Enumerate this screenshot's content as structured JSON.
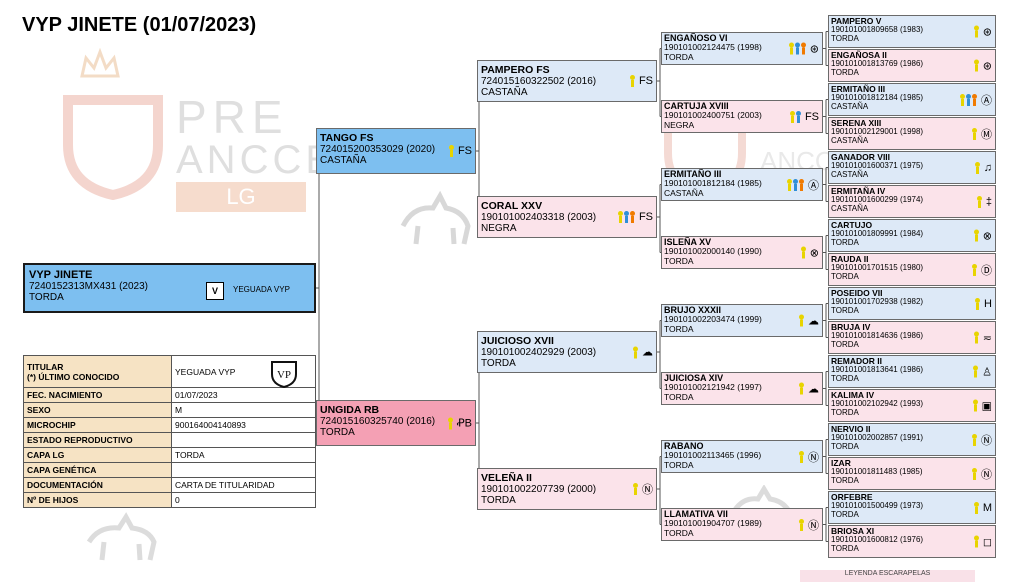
{
  "title": "VYP JINETE (01/07/2023)",
  "colors": {
    "ribbon_yellow": "#e8d400",
    "ribbon_blue": "#2f8fd8",
    "ribbon_orange": "#f07a00",
    "sire_blue": "#7dbff0",
    "dam_pink": "#f4a0b4"
  },
  "watermark": {
    "logo_text_1": "PRE",
    "logo_text_2": "ANCCE",
    "logo_text_3": "LG",
    "ribbon_right_text": "ANCC"
  },
  "subject": {
    "name": "VYP JINETE",
    "reg": "7240152313MX431 (2023)",
    "coat": "TORDA",
    "breeder": "YEGUADA VYP"
  },
  "info_table": {
    "rows": [
      {
        "label": "TITULAR\n(*) ÚLTIMO CONOCIDO",
        "value": "YEGUADA VYP"
      },
      {
        "label": "FEC. NACIMIENTO",
        "value": "01/07/2023"
      },
      {
        "label": "SEXO",
        "value": "M"
      },
      {
        "label": "MICROCHIP",
        "value": "900164004140893"
      },
      {
        "label": "ESTADO REPRODUCTIVO",
        "value": ""
      },
      {
        "label": "CAPA LG",
        "value": "TORDA"
      },
      {
        "label": "CAPA GENÉTICA",
        "value": ""
      },
      {
        "label": "DOCUMENTACIÓN",
        "value": "CARTA DE TITULARIDAD"
      },
      {
        "label": "Nº DE HIJOS",
        "value": "0"
      }
    ]
  },
  "parents": {
    "sire": {
      "name": "TANGO FS",
      "reg": "724015200353029 (2020)",
      "coat": "CASTAÑA",
      "ribbons": [
        "yellow"
      ],
      "brand": "FS"
    },
    "dam": {
      "name": "UNGIDA RB",
      "reg": "724015160325740 (2016)",
      "coat": "TORDA",
      "ribbons": [
        "yellow"
      ],
      "brand": "ꝒB"
    }
  },
  "grandparents": [
    {
      "name": "PAMPERO FS",
      "reg": "724015160322502 (2016)",
      "coat": "CASTAÑA",
      "ribbons": [
        "yellow"
      ],
      "brand": "FS"
    },
    {
      "name": "CORAL XXV",
      "reg": "190101002403318 (2003)",
      "coat": "NEGRA",
      "ribbons": [
        "yellow",
        "blue",
        "orange"
      ],
      "brand": "FS"
    },
    {
      "name": "JUICIOSO XVII",
      "reg": "190101002402929 (2003)",
      "coat": "TORDA",
      "ribbons": [
        "yellow"
      ],
      "brand": "☁"
    },
    {
      "name": "VELEÑA II",
      "reg": "190101002207739 (2000)",
      "coat": "TORDA",
      "ribbons": [
        "yellow"
      ],
      "brand": "Ⓝ"
    }
  ],
  "great_grandparents": [
    {
      "name": "ENGAÑOSO VI",
      "reg": "190101002124475 (1998)",
      "coat": "TORDA",
      "ribbons": [
        "yellow",
        "blue",
        "orange"
      ],
      "brand": "⊛"
    },
    {
      "name": "CARTUJA XVIII",
      "reg": "190101002400751 (2003)",
      "coat": "NEGRA",
      "ribbons": [
        "yellow",
        "blue"
      ],
      "brand": "FS"
    },
    {
      "name": "ERMITAÑO III",
      "reg": "190101001812184 (1985)",
      "coat": "CASTAÑA",
      "ribbons": [
        "yellow",
        "blue",
        "orange"
      ],
      "brand": "Ⓐ"
    },
    {
      "name": "ISLEÑA XV",
      "reg": "190101002000140 (1990)",
      "coat": "TORDA",
      "ribbons": [
        "yellow"
      ],
      "brand": "⊗"
    },
    {
      "name": "BRUJO XXXII",
      "reg": "190101002203474 (1999)",
      "coat": "TORDA",
      "ribbons": [
        "yellow"
      ],
      "brand": "☁"
    },
    {
      "name": "JUICIOSA XIV",
      "reg": "190101002121942 (1997)",
      "coat": "TORDA",
      "ribbons": [
        "yellow"
      ],
      "brand": "☁"
    },
    {
      "name": "RABANO",
      "reg": "190101002113465 (1996)",
      "coat": "TORDA",
      "ribbons": [
        "yellow"
      ],
      "brand": "Ⓝ"
    },
    {
      "name": "LLAMATIVA VII",
      "reg": "190101001904707 (1989)",
      "coat": "TORDA",
      "ribbons": [
        "yellow"
      ],
      "brand": "Ⓝ"
    }
  ],
  "gggp": [
    {
      "name": "PAMPERO V",
      "reg": "190101001809658 (1983)",
      "coat": "TORDA",
      "ribbons": [
        "yellow"
      ],
      "brand": "⊛"
    },
    {
      "name": "ENGAÑOSA II",
      "reg": "190101001813769 (1986)",
      "coat": "TORDA",
      "ribbons": [
        "yellow"
      ],
      "brand": "⊛"
    },
    {
      "name": "ERMITAÑO III",
      "reg": "190101001812184 (1985)",
      "coat": "CASTAÑA",
      "ribbons": [
        "yellow",
        "blue",
        "orange"
      ],
      "brand": "Ⓐ"
    },
    {
      "name": "SERENA XIII",
      "reg": "190101002129001 (1998)",
      "coat": "CASTAÑA",
      "ribbons": [
        "yellow"
      ],
      "brand": "Ⓜ"
    },
    {
      "name": "GANADOR VIII",
      "reg": "190101001600371 (1975)",
      "coat": "CASTAÑA",
      "ribbons": [
        "yellow"
      ],
      "brand": "♫"
    },
    {
      "name": "ERMITAÑA IV",
      "reg": "190101001600299 (1974)",
      "coat": "CASTAÑA",
      "ribbons": [
        "yellow"
      ],
      "brand": "‡"
    },
    {
      "name": "CARTUJO",
      "reg": "190101001809991 (1984)",
      "coat": "TORDA",
      "ribbons": [
        "yellow"
      ],
      "brand": "⊗"
    },
    {
      "name": "RAUDA II",
      "reg": "190101001701515 (1980)",
      "coat": "TORDA",
      "ribbons": [
        "yellow"
      ],
      "brand": "Ⓓ"
    },
    {
      "name": "POSEIDO VII",
      "reg": "190101001702938 (1982)",
      "coat": "TORDA",
      "ribbons": [
        "yellow"
      ],
      "brand": "H"
    },
    {
      "name": "BRUJA IV",
      "reg": "190101001814636 (1986)",
      "coat": "TORDA",
      "ribbons": [
        "yellow"
      ],
      "brand": "≂"
    },
    {
      "name": "REMADOR II",
      "reg": "190101001813641 (1986)",
      "coat": "TORDA",
      "ribbons": [
        "yellow"
      ],
      "brand": "♙"
    },
    {
      "name": "KALIMA IV",
      "reg": "190101002102942 (1993)",
      "coat": "TORDA",
      "ribbons": [
        "yellow"
      ],
      "brand": "▣"
    },
    {
      "name": "NERVIO II",
      "reg": "190101002002857 (1991)",
      "coat": "TORDA",
      "ribbons": [
        "yellow"
      ],
      "brand": "Ⓝ"
    },
    {
      "name": "IZAR",
      "reg": "190101001811483 (1985)",
      "coat": "TORDA",
      "ribbons": [
        "yellow"
      ],
      "brand": "Ⓝ"
    },
    {
      "name": "ORFEBRE",
      "reg": "190101001500499 (1973)",
      "coat": "TORDA",
      "ribbons": [
        "yellow"
      ],
      "brand": "M"
    },
    {
      "name": "BRIOSA XI",
      "reg": "190101001600812 (1976)",
      "coat": "TORDA",
      "ribbons": [
        "yellow"
      ],
      "brand": "◻"
    }
  ],
  "legend_label": "LEYENDA ESCARAPELAS"
}
